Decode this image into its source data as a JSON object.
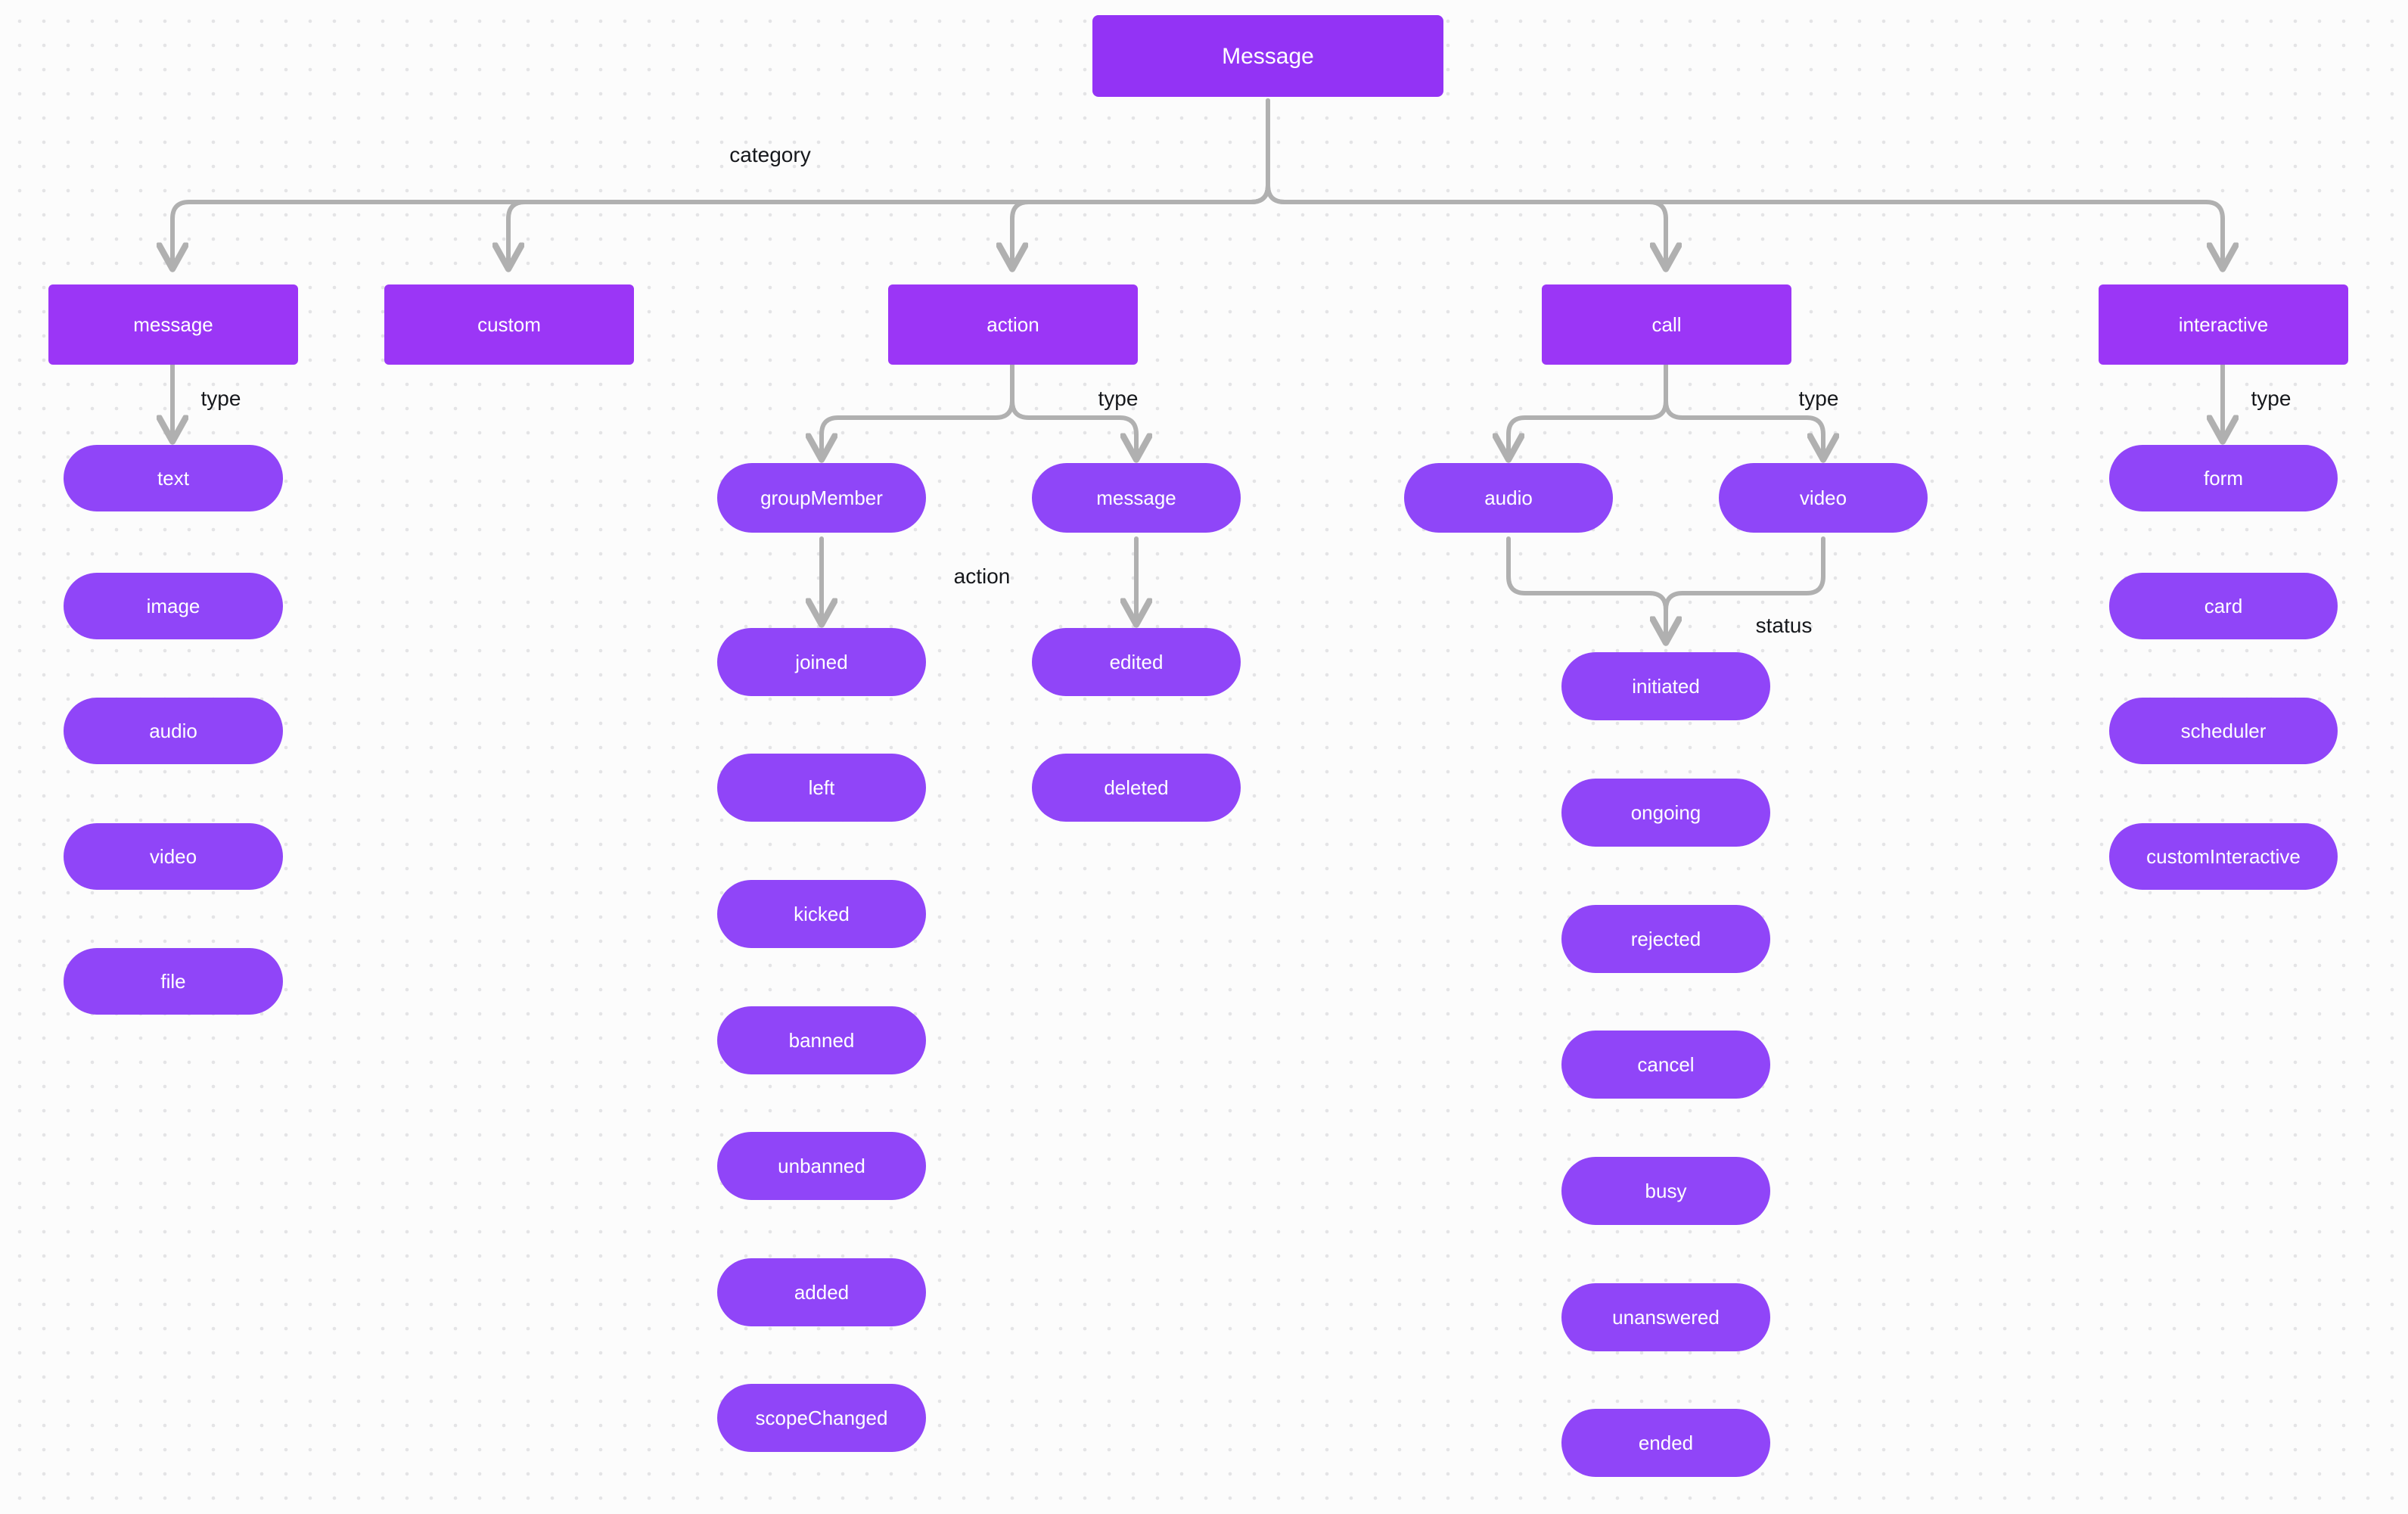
{
  "diagram": {
    "title": "Message",
    "edge_color": "#b0b0b0",
    "node_color": "#9b36f6",
    "leaf_color": "#9045f8",
    "background_color": "#fcfcfc",
    "dot_color": "#e4e4e6"
  },
  "root": {
    "label": "Message"
  },
  "edge_labels": {
    "category": "category",
    "message_type": "type",
    "action_type": "type",
    "action_action": "action",
    "call_type": "type",
    "call_status": "status",
    "interactive_type": "type"
  },
  "categories": [
    {
      "label": "message"
    },
    {
      "label": "custom"
    },
    {
      "label": "action"
    },
    {
      "label": "call"
    },
    {
      "label": "interactive"
    }
  ],
  "message_types": [
    {
      "label": "text"
    },
    {
      "label": "image"
    },
    {
      "label": "audio"
    },
    {
      "label": "video"
    },
    {
      "label": "file"
    }
  ],
  "action_types": [
    {
      "label": "groupMember"
    },
    {
      "label": "message"
    }
  ],
  "group_member_actions": [
    {
      "label": "joined"
    },
    {
      "label": "left"
    },
    {
      "label": "kicked"
    },
    {
      "label": "banned"
    },
    {
      "label": "unbanned"
    },
    {
      "label": "added"
    },
    {
      "label": "scopeChanged"
    }
  ],
  "message_actions": [
    {
      "label": "edited"
    },
    {
      "label": "deleted"
    }
  ],
  "call_types": [
    {
      "label": "audio"
    },
    {
      "label": "video"
    }
  ],
  "call_statuses": [
    {
      "label": "initiated"
    },
    {
      "label": "ongoing"
    },
    {
      "label": "rejected"
    },
    {
      "label": "cancel"
    },
    {
      "label": "busy"
    },
    {
      "label": "unanswered"
    },
    {
      "label": "ended"
    }
  ],
  "interactive_types": [
    {
      "label": "form"
    },
    {
      "label": "card"
    },
    {
      "label": "scheduler"
    },
    {
      "label": "customInteractive"
    }
  ]
}
